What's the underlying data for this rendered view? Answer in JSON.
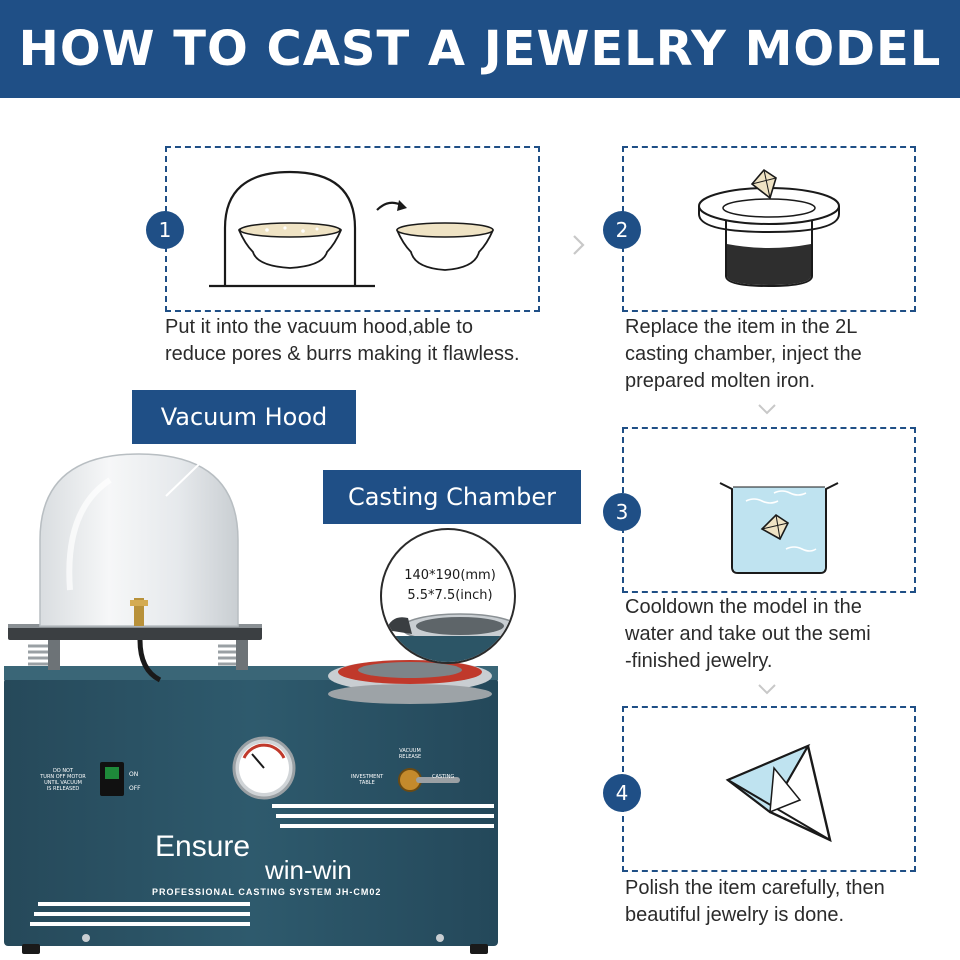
{
  "header": {
    "title": "HOW TO CAST A JEWELRY MODEL"
  },
  "steps": [
    {
      "number": "1",
      "lines": [
        "Put it into the vacuum hood,able to",
        "reduce pores & burrs making it flawless."
      ]
    },
    {
      "number": "2",
      "lines": [
        "Replace the item in the 2L",
        "casting chamber, inject the",
        "prepared molten iron."
      ]
    },
    {
      "number": "3",
      "lines": [
        "Cooldown the model in the",
        "water and take out the semi",
        "-finished jewelry."
      ]
    },
    {
      "number": "4",
      "lines": [
        "Polish the item carefully, then",
        "beautiful jewelry is done."
      ]
    }
  ],
  "labels": {
    "vacuum_hood": "Vacuum Hood",
    "casting_chamber": "Casting Chamber"
  },
  "spec": {
    "mm": "140*190(mm)",
    "inch": "5.5*7.5(inch)"
  },
  "machine": {
    "brand_line1": "Ensure",
    "brand_line2": "win-win",
    "model_line": "PROFESSIONAL CASTING SYSTEM JH-CM02",
    "warning": [
      "DO NOT",
      "TURN OFF MOTOR",
      "UNTIL VACUUM",
      "IS RELEASED"
    ],
    "switch_on": "ON",
    "switch_off": "OFF",
    "valve_top": [
      "VACUUM",
      "RELEASE"
    ],
    "valve_left": [
      "INVESTMENT",
      "TABLE"
    ],
    "valve_right": "CASTING"
  },
  "colors": {
    "brand_blue": "#1f4f86",
    "machine_teal": "#2c5566",
    "water_blue": "#bfe3f0"
  }
}
